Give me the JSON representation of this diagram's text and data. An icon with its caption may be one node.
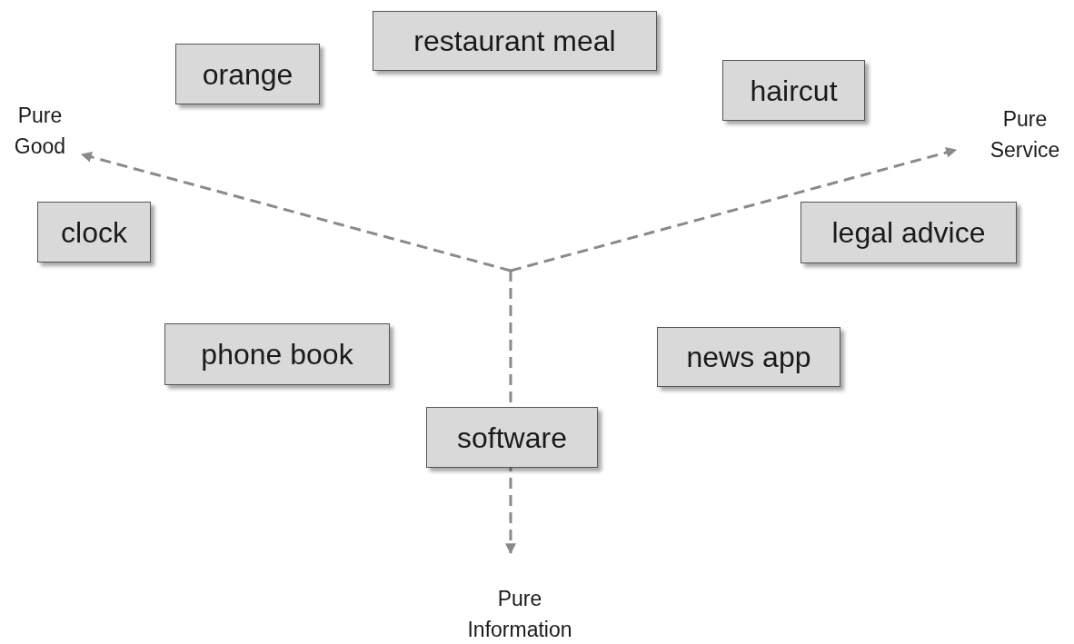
{
  "diagram": {
    "nodes": [
      {
        "text": [
          "restaurant meal"
        ]
      },
      {
        "text": [
          "orange"
        ]
      },
      {
        "text": [
          "haircut"
        ]
      },
      {
        "text": [
          "Pure Good"
        ]
      },
      {
        "text": [
          "Pure Service"
        ]
      },
      {
        "text": [
          "clock"
        ]
      },
      {
        "text": [
          "legal advice"
        ]
      },
      {
        "text": [
          "phone book"
        ]
      },
      {
        "text": [
          "news app"
        ]
      },
      {
        "text": [
          "software"
        ]
      },
      {
        "text": [
          "Pure Information"
        ]
      }
    ],
    "edges": [
      {
        "from": null,
        "to": 3,
        "arrow": "to",
        "style": "dashed"
      },
      {
        "from": null,
        "to": 4,
        "arrow": "to",
        "style": "dashed"
      },
      {
        "from": null,
        "to": 10,
        "arrow": "to",
        "style": "dashed"
      }
    ]
  }
}
